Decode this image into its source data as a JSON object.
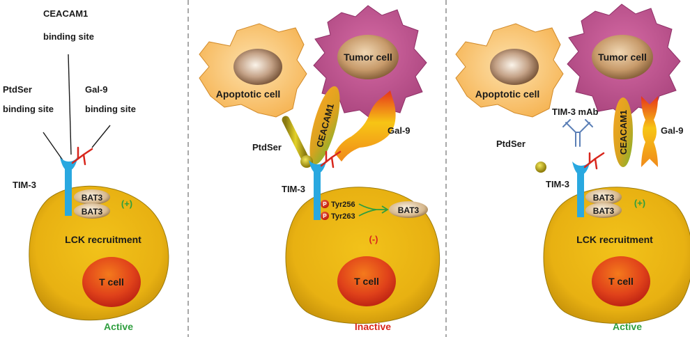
{
  "panel1": {
    "ceacam1_site_line1": "CEACAM1",
    "ceacam1_site_line2": "binding site",
    "ptdser_site_line1": "PtdSer",
    "ptdser_site_line2": "binding site",
    "gal9_site_line1": "Gal-9",
    "gal9_site_line2": "binding site",
    "tim3": "TIM-3",
    "bat3_a": "BAT3",
    "bat3_b": "BAT3",
    "sign": "(+)",
    "lck": "LCK recruitment",
    "tcell": "T cell",
    "status": "Active"
  },
  "panel2": {
    "tumor": "Tumor cell",
    "apoptotic": "Apoptotic cell",
    "ceacam1": "CEACAM1",
    "gal9": "Gal-9",
    "ptdser": "PtdSer",
    "tim3": "TIM-3",
    "p1": "P",
    "p2": "P",
    "tyr256": "Tyr256",
    "tyr263": "Tyr263",
    "bat3": "BAT3",
    "sign": "(-)",
    "tcell": "T cell",
    "status": "Inactive"
  },
  "panel3": {
    "tumor": "Tumor cell",
    "apoptotic": "Apoptotic cell",
    "mab": "TIM-3 mAb",
    "ceacam1": "CEACAM1",
    "gal9": "Gal-9",
    "ptdser": "PtdSer",
    "tim3": "TIM-3",
    "bat3_a": "BAT3",
    "bat3_b": "BAT3",
    "sign": "(+)",
    "lck": "LCK recruitment",
    "tcell": "T cell",
    "status": "Active"
  },
  "colors": {
    "active": "#2e9e3e",
    "inactive": "#d8261c",
    "tim3": "#29a8e0",
    "divider": "#8c8c8c"
  }
}
